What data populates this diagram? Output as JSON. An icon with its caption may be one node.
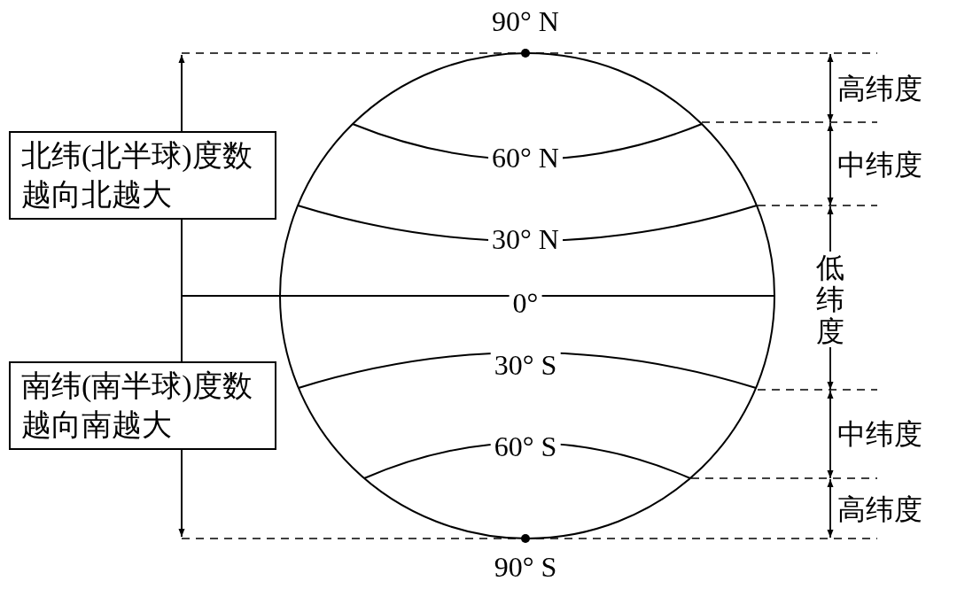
{
  "diagram": {
    "nodes": [
      {
        "text": [
          "北纬(北半球)度数越向北越大"
        ]
      },
      {
        "text": [
          "南纬(南半球)度数越向南越大"
        ]
      }
    ],
    "labels": [
      "90° N",
      "60° N",
      "30° N",
      "0°",
      "30° S",
      "60° S",
      "90° S",
      "高纬度",
      "中纬度",
      "低纬度",
      "中纬度",
      "高纬度"
    ]
  }
}
